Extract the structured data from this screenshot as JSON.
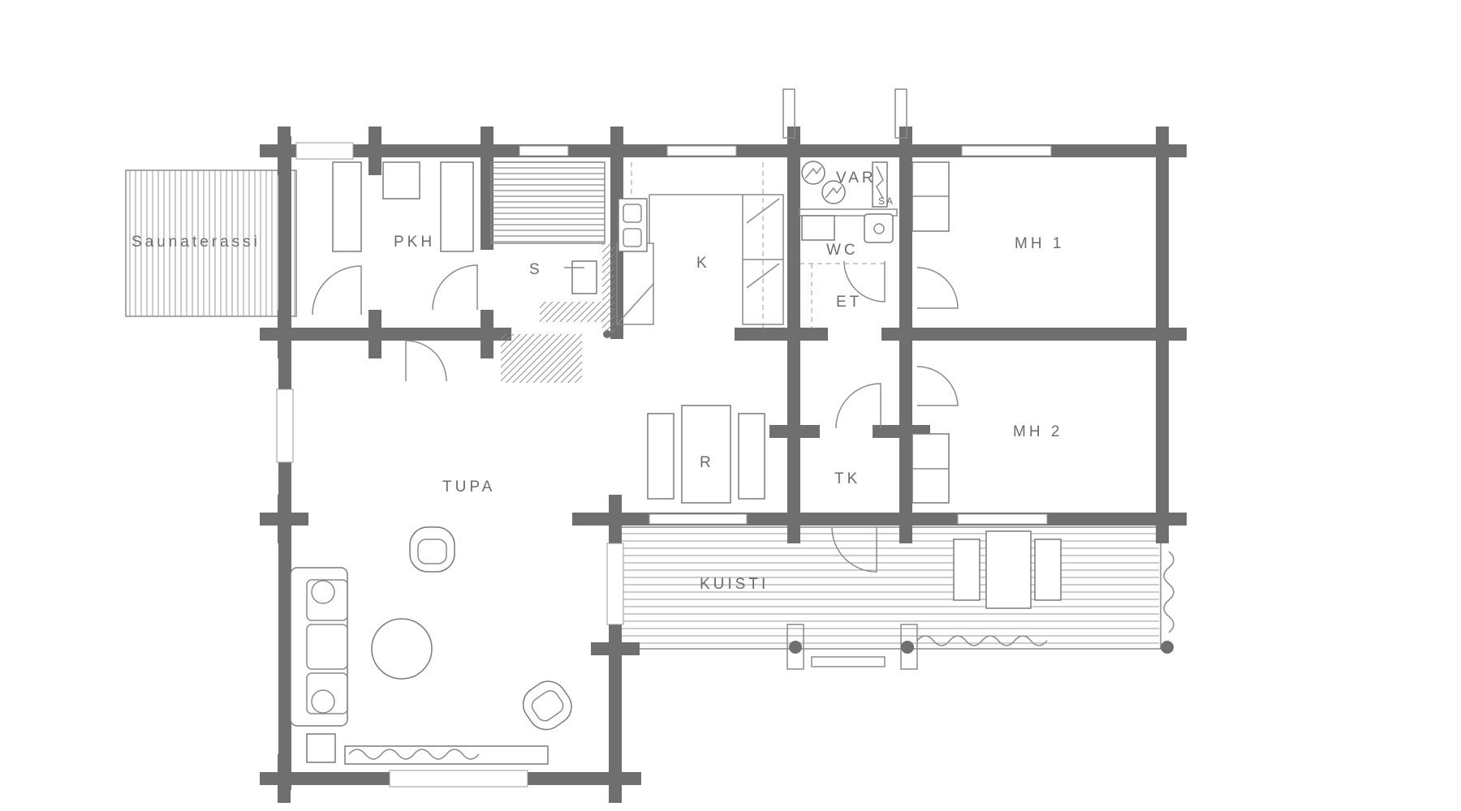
{
  "plan": {
    "labels": {
      "saunaterassi": "Saunaterassi",
      "pkh": "PKH",
      "s": "S",
      "k": "K",
      "var": "VAR",
      "wc": "WC",
      "et": "ET",
      "mh1": "MH 1",
      "mh2": "MH 2",
      "r": "R",
      "tk": "TK",
      "tupa": "TUPA",
      "kuisti": "KUISTI",
      "sa": "SA"
    },
    "colors": {
      "wall": "#6f6f6f",
      "line": "#8a8a8a",
      "text": "#6b6b6b",
      "background": "#ffffff"
    }
  }
}
